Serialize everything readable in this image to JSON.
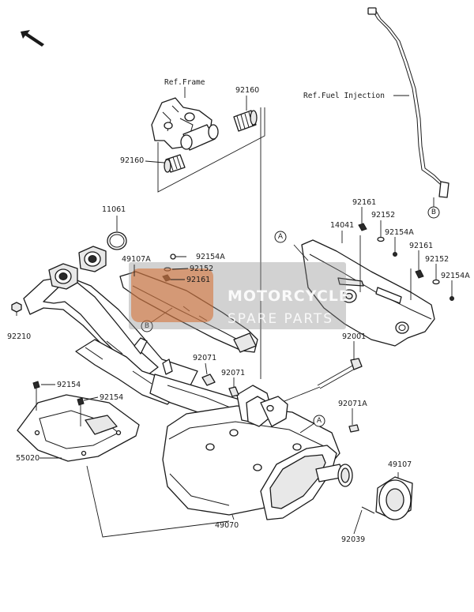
{
  "refs": {
    "frame": "Ref.Frame",
    "fuel_injection": "Ref.Fuel Injection"
  },
  "circle_labels": {
    "a_top": "A",
    "a_bottom": "A",
    "b_left": "B",
    "b_right": "B"
  },
  "part_numbers": {
    "p92160_top": "92160",
    "p92160_left": "92160",
    "p11061": "11061",
    "p49107A": "49107A",
    "p92154A_a": "92154A",
    "p92152_a": "92152",
    "p92161_a": "92161",
    "p92210": "92210",
    "p14041": "14041",
    "p92161_b": "92161",
    "p92152_b": "92152",
    "p92154A_b": "92154A",
    "p92161_c": "92161",
    "p92152_c": "92152",
    "p92154A_c": "92154A",
    "p92001": "92001",
    "p92071_a": "92071",
    "p92071_b": "92071",
    "p92071A": "92071A",
    "p92154_a": "92154",
    "p92154_b": "92154",
    "p55020": "55020",
    "p49107": "49107",
    "p49070": "49070",
    "p92039": "92039"
  },
  "watermark": {
    "line1": "MOTORCYCLE",
    "line2": "SPARE PARTS"
  }
}
